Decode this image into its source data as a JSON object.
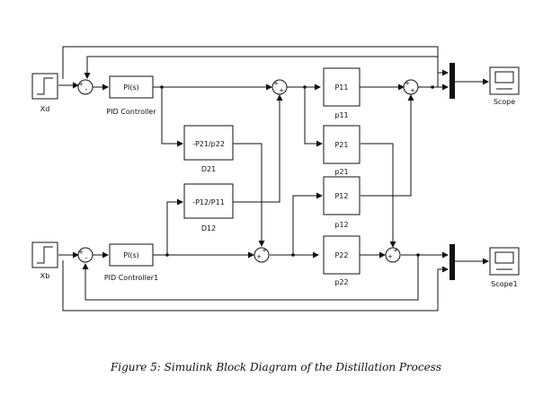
{
  "blocks": {
    "xd_label": "Xd",
    "xb_label": "Xb",
    "pid1_text": "PI(s)",
    "pid1_name": "PID Controller",
    "pid2_text": "PI(s)",
    "pid2_name": "PID Controller1",
    "d21_text": "-P21/p22",
    "d21_name": "D21",
    "d12_text": "-P12/P11",
    "d12_name": "D12",
    "p11_text": "P11",
    "p11_name": "p11",
    "p21_text": "P21",
    "p21_name": "p21",
    "p12_text": "P12",
    "p12_name": "p12",
    "p22_text": "P22",
    "p22_name": "p22",
    "scope_name": "Scope",
    "scope1_name": "Scope1"
  },
  "sum_signs": {
    "plus": "+",
    "minus": "-"
  },
  "caption": "Figure 5: Simulink Block Diagram of the Distillation Process"
}
